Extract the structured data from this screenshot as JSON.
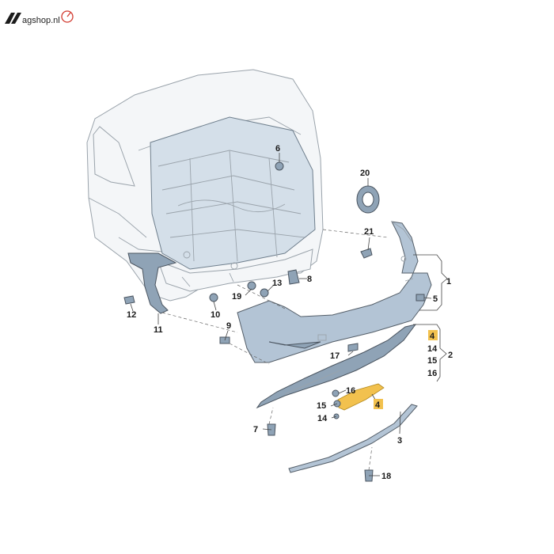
{
  "brand": {
    "text": "agshop.nl",
    "colors": {
      "logo": "#1b1b1b",
      "accent": "#d23a2f"
    }
  },
  "highlight_color": "#f2c14e",
  "callouts": {
    "c1": "1",
    "c2": "2",
    "c3": "3",
    "c4a": "4",
    "c4b": "4",
    "c5": "5",
    "c6": "6",
    "c7": "7",
    "c8": "8",
    "c9": "9",
    "c10": "10",
    "c11": "11",
    "c12": "12",
    "c13": "13",
    "c14a": "14",
    "c14b": "14",
    "c15a": "15",
    "c15b": "15",
    "c16a": "16",
    "c16b": "16",
    "c17": "17",
    "c18": "18",
    "c19": "19",
    "c20": "20",
    "c21": "21"
  }
}
